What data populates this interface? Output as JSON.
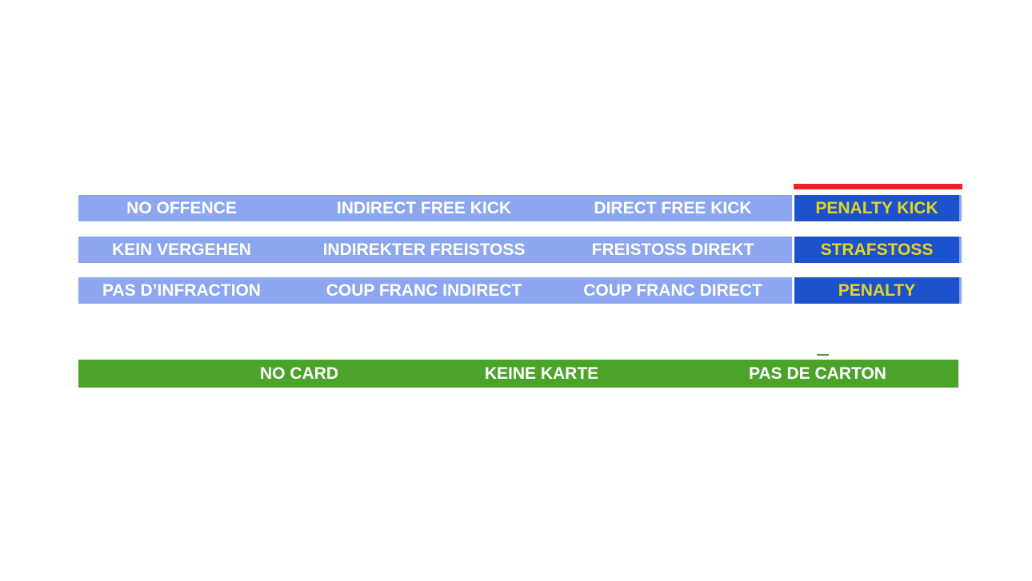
{
  "colors": {
    "light_blue": "#8CA6F0",
    "dark_blue": "#1C53CD",
    "yellow": "#E6D520",
    "red": "#EE2424",
    "green": "#4BA32A",
    "background": "#FFFFFF",
    "text_on_blue": "#FFFFFF",
    "text_on_green": "#FFFFFF"
  },
  "sanction_table": {
    "rows": [
      {
        "language": "english",
        "cells": [
          "NO OFFENCE",
          "INDIRECT FREE KICK",
          "DIRECT FREE KICK"
        ],
        "penalty": "PENALTY KICK"
      },
      {
        "language": "german",
        "cells": [
          "KEIN VERGEHEN",
          "INDIREKTER FREISTOSS",
          "FREISTOSS DIREKT"
        ],
        "penalty": "STRAFSTOSS"
      },
      {
        "language": "french",
        "cells": [
          "PAS D’INFRACTION",
          "COUP FRANC INDIRECT",
          "COUP FRANC DIRECT"
        ],
        "penalty": "PENALTY"
      }
    ]
  },
  "card_bar": {
    "cells": [
      "NO CARD",
      "KEINE KARTE",
      "PAS DE CARTON"
    ]
  }
}
